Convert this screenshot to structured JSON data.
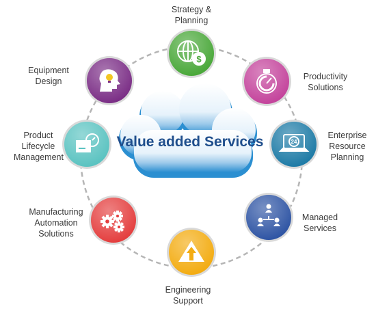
{
  "diagram": {
    "center_title": "Value added Services",
    "colors": {
      "ring": "#b5b5b5",
      "cloud_top": "#ffffff",
      "cloud_mid": "#e6f2fb",
      "cloud_bottom": "#2b8fd1"
    },
    "nodes": [
      {
        "id": "strategy",
        "lines": [
          "Strategy &",
          "Planning"
        ],
        "color": "#4aa83a",
        "icon": "globe-dollar-icon"
      },
      {
        "id": "productivity",
        "lines": [
          "Productivity",
          "Solutions"
        ],
        "color": "#c4449c",
        "icon": "stopwatch-icon"
      },
      {
        "id": "erp",
        "lines": [
          "Enterprise",
          "Resource",
          "Planning"
        ],
        "color": "#1e7ba6",
        "icon": "laptop-24-icon"
      },
      {
        "id": "managed",
        "lines": [
          "Managed",
          "Services"
        ],
        "color": "#2f55a4",
        "icon": "team-network-icon"
      },
      {
        "id": "engineering",
        "lines": [
          "Engineering",
          "Support"
        ],
        "color": "#f3ac12",
        "icon": "pyramid-arrow-icon"
      },
      {
        "id": "manufacturing",
        "lines": [
          "Manufacturing",
          "Automation",
          "Solutions"
        ],
        "color": "#e43f3f",
        "icon": "gears-icon"
      },
      {
        "id": "plm",
        "lines": [
          "Product",
          "Lifecycle",
          "Management"
        ],
        "color": "#5bc3c1",
        "icon": "box-cycle-icon"
      },
      {
        "id": "equipment",
        "lines": [
          "Equipment",
          "Design"
        ],
        "color": "#7b2e86",
        "icon": "head-bulb-icon"
      }
    ]
  }
}
